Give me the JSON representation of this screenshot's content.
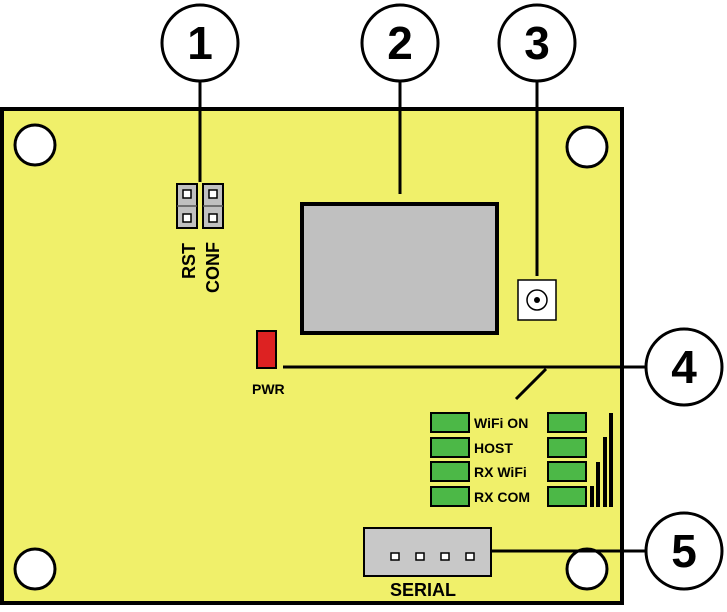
{
  "callouts": [
    "1",
    "2",
    "3",
    "4",
    "5"
  ],
  "jumpers": {
    "rst": "RST",
    "conf": "CONF"
  },
  "power": {
    "label": "PWR",
    "color": "#dd2222"
  },
  "leds": [
    {
      "label": "WiFi ON"
    },
    {
      "label": "HOST"
    },
    {
      "label": "RX WiFi"
    },
    {
      "label": "RX COM"
    }
  ],
  "serial": {
    "label": "SERIAL",
    "pins": 4
  },
  "colors": {
    "board": "#f0f06a",
    "module": "#c0c0c0",
    "led": "#4cb847",
    "connector": "#c8c8c8",
    "outline": "#000000"
  },
  "icons": [
    "mounting-hole-icon",
    "antenna-connector-icon",
    "signal-strength-icon"
  ]
}
